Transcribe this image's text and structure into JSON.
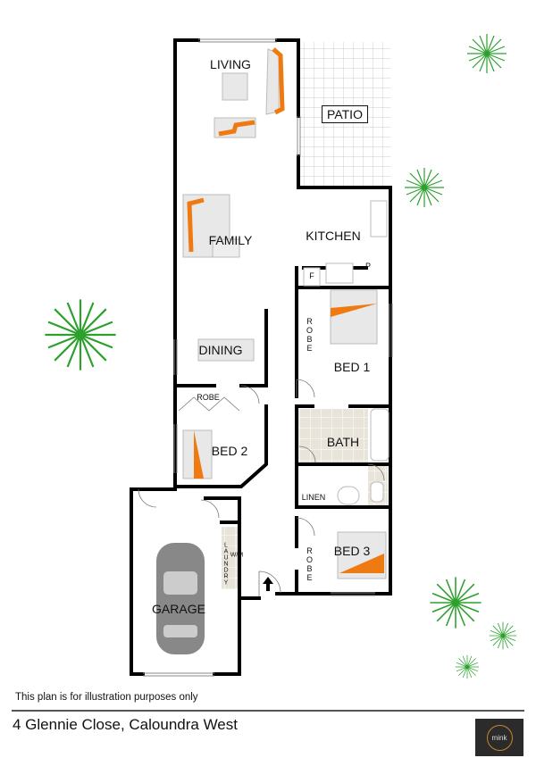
{
  "rooms": {
    "living": "LIVING",
    "patio": "PATIO",
    "family": "FAMILY",
    "kitchen": "KITCHEN",
    "dining": "DINING",
    "bed1": "BED 1",
    "bed1_robe": "ROBE",
    "bed2": "BED 2",
    "bed2_robe": "ROBE",
    "bath": "BATH",
    "linen": "LINEN",
    "bed3": "BED 3",
    "bed3_robe": "ROBE",
    "garage": "GARAGE",
    "laundry": "LAUNDRY",
    "washing_machine": "W/M",
    "fridge": "F",
    "pantry": "P"
  },
  "footer": {
    "disclaimer": "This plan is for illustration purposes only",
    "address": "4 Glennie Close, Caloundra West",
    "logo_text": "mink"
  },
  "colors": {
    "wall": "#000000",
    "furniture_accent": "#f07a12",
    "plant": "#2ca02c",
    "logo_ring": "#c8862a"
  }
}
